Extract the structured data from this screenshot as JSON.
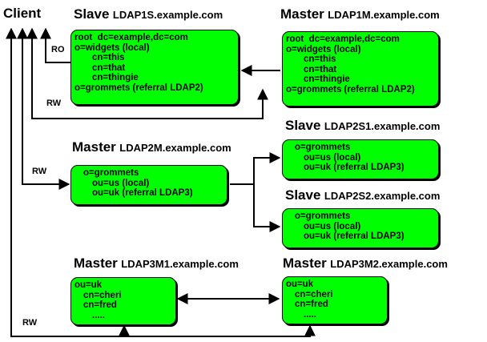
{
  "client": {
    "label": "Client"
  },
  "servers": {
    "ldap1s": {
      "role": "Slave",
      "host": "LDAP1S.example.com",
      "lines": [
        "root  dc=example,dc=com",
        "o=widgets (local)",
        "cn=this",
        "cn=that",
        "cn=thingie",
        "o=grommets (referral LDAP2)"
      ]
    },
    "ldap1m": {
      "role": "Master",
      "host": "LDAP1M.example.com",
      "lines": [
        "root  dc=example,dc=com",
        "o=widgets (local)",
        "cn=this",
        "cn=that",
        "cn=thingie",
        "o=grommets (referral LDAP2)"
      ]
    },
    "ldap2m": {
      "role": "Master",
      "host": "LDAP2M.example.com",
      "lines": [
        "o=grommets",
        "ou=us (local)",
        "ou=uk (referral LDAP3)"
      ]
    },
    "ldap2s1": {
      "role": "Slave",
      "host": "LDAP2S1.example.com",
      "lines": [
        "o=grommets",
        "ou=us (local)",
        "ou=uk (referral LDAP3)"
      ]
    },
    "ldap2s2": {
      "role": "Slave",
      "host": "LDAP2S2.example.com",
      "lines": [
        "o=grommets",
        "ou=us (local)",
        "ou=uk (referral LDAP3)"
      ]
    },
    "ldap3m1": {
      "role": "Master",
      "host": "LDAP3M1.example.com",
      "lines": [
        "ou=uk",
        "cn=cheri",
        "cn=fred",
        "....."
      ]
    },
    "ldap3m2": {
      "role": "Master",
      "host": "LDAP3M2.example.com",
      "lines": [
        "ou=uk",
        "cn=cheri",
        "cn=fred",
        "....."
      ]
    }
  },
  "connections": {
    "ro": "RO",
    "rw1": "RW",
    "rw2": "RW",
    "rw3": "RW"
  }
}
